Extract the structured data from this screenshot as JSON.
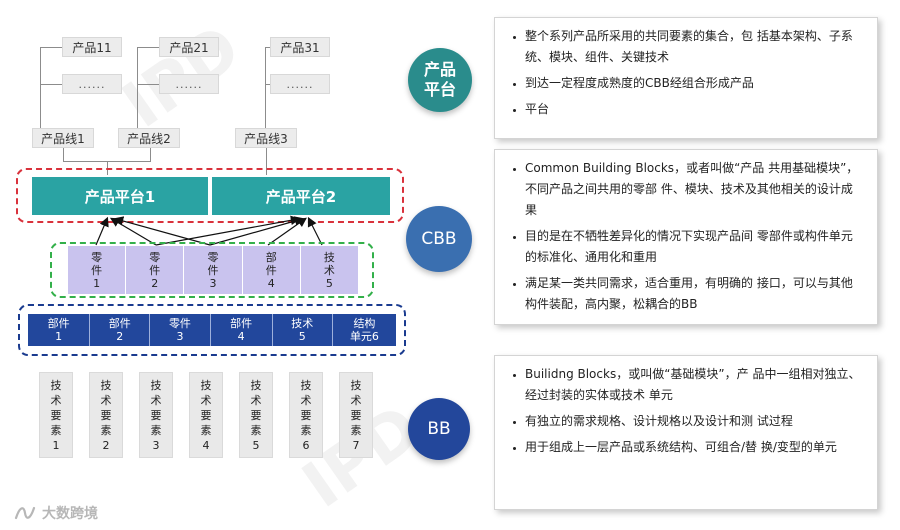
{
  "top_products": {
    "group1": {
      "product": "产品11",
      "dots": "......",
      "line": "产品线1"
    },
    "group2": {
      "product": "产品21",
      "dots": "......",
      "line": "产品线2"
    },
    "group3": {
      "product": "产品31",
      "dots": "......",
      "line": "产品线3"
    }
  },
  "platforms": [
    "产品平台1",
    "产品平台2"
  ],
  "cbb_items": [
    "零\n件\n1",
    "零\n件\n2",
    "零\n件\n3",
    "部\n件\n4",
    "技\n术\n5"
  ],
  "bb_items": [
    "部件\n1",
    "部件\n2",
    "零件\n3",
    "部件\n4",
    "技术\n5",
    "结构\n单元6"
  ],
  "tech_elements": [
    "技\n术\n要\n素\n1",
    "技\n术\n要\n素\n2",
    "技\n术\n要\n素\n3",
    "技\n术\n要\n素\n4",
    "技\n术\n要\n素\n5",
    "技\n术\n要\n素\n6",
    "技\n术\n要\n素\n7"
  ],
  "circles": {
    "platform": {
      "label": "产品\n平台",
      "color": "#2a8c8c"
    },
    "cbb": {
      "label": "CBB",
      "color": "#3a6fb0"
    },
    "bb": {
      "label": "BB",
      "color": "#23479b"
    }
  },
  "panels": {
    "platform": [
      "整个系列产品所采用的共同要素的集合，包  括基本架构、子系统、模块、组件、关键技术",
      "到达一定程度成熟度的CBB经组合形成产品",
      "平台"
    ],
    "cbb": [
      "Common Building Blocks，或者叫做“产品  共用基础模块”，不同产品之间共用的零部    件、模块、技术及其他相关的设计成果",
      "目的是在不牺牲差异化的情况下实现产品间   零部件或构件单元的标准化、通用化和重用",
      "满足某一类共同需求，适合重用，有明确的   接口，可以与其他构件装配，高内聚，松耦合的BB"
    ],
    "bb": [
      "Builidng Blocks，或叫做“基础模块”，产  品中一组相对独立、经过封装的实体或技术  单元",
      "有独立的需求规格、设计规格以及设计和测  试过程",
      "用于组成上一层产品或系统结构、可组合/替  换/变型的单元"
    ]
  },
  "footer": {
    "brand": "大数跨境"
  }
}
